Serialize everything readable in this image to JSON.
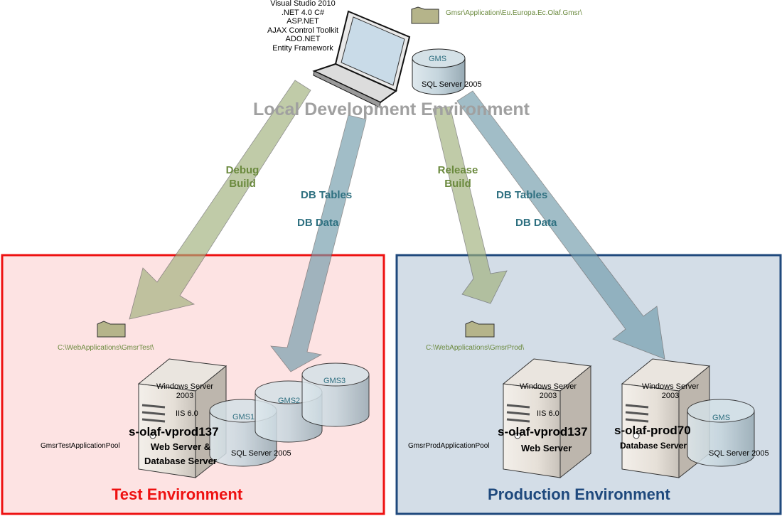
{
  "colors": {
    "test_border": "#ee1111",
    "test_fill": "#fde3e3",
    "prod_border": "#1f497d",
    "prod_fill": "#d3dde7",
    "green_arrow": "#9fb07a",
    "blue_arrow": "#6f9aaa",
    "path_text": "#6b8a3e"
  },
  "local": {
    "tools": [
      "Visual Studio 2010",
      ".NET 4.0 C#",
      "ASP.NET",
      "AJAX Control Toolkit",
      "ADO.NET",
      "Entity Framework"
    ],
    "folder_path": "Gmsr\\Application\\Eu.Europa.Ec.Olaf.Gmsr\\",
    "db_name": "GMS",
    "db_server": "SQL Server 2005",
    "title": "Local Development Environment",
    "icons": [
      "laptop-icon",
      "folder-icon",
      "database-icon"
    ]
  },
  "arrows": {
    "debug_line1": "Debug",
    "debug_line2": "Build",
    "release_line1": "Release",
    "release_line2": "Build",
    "test_tables": "DB Tables",
    "test_data": "DB Data",
    "prod_tables": "DB Tables",
    "prod_data": "DB Data"
  },
  "test": {
    "title": "Test Environment",
    "folder_path": "C:\\WebApplications\\GmsrTest\\",
    "os_line1": "Windows Server",
    "os_line2": "2003",
    "iis": "IIS 6.0",
    "hostname": "s-olaf-vprod137",
    "role_line1": "Web Server &",
    "role_line2": "Database Server",
    "app_pool": "GmsrTestApplicationPool",
    "dbs": [
      "GMS1",
      "GMS2",
      "GMS3"
    ],
    "db_server": "SQL Server 2005"
  },
  "prod": {
    "title": "Production Environment",
    "folder_path": "C:\\WebApplications\\GmsrProd\\",
    "web": {
      "os_line1": "Windows Server",
      "os_line2": "2003",
      "iis": "IIS 6.0",
      "hostname": "s-olaf-vprod137",
      "role": "Web Server"
    },
    "db": {
      "os_line1": "Windows Server",
      "os_line2": "2003",
      "hostname": "s-olaf-prod70",
      "role": "Database Server",
      "db_name": "GMS",
      "db_server": "SQL Server 2005"
    },
    "app_pool": "GmsrProdApplicationPool"
  }
}
